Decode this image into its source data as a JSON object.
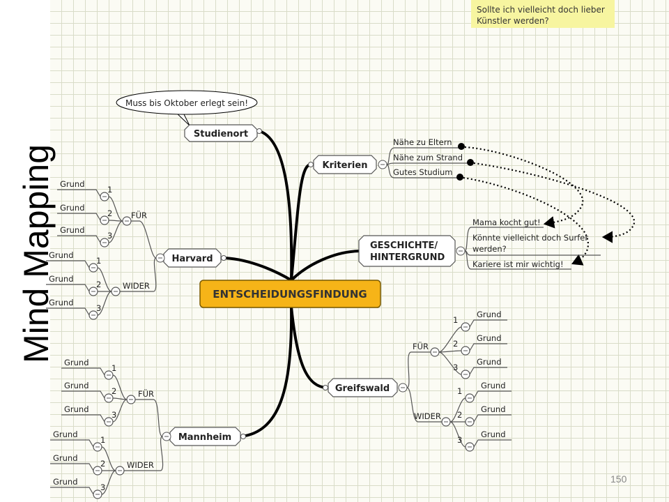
{
  "slide": {
    "title": "Mind Mapping",
    "page_number": "150"
  },
  "note": {
    "line1": "Sollte ich vielleicht doch lieber",
    "line2": "Künstler werden?"
  },
  "callout": "Muss bis Oktober erlegt sein!",
  "central": "ENTSCHEIDUNGSFINDUNG",
  "topics": {
    "studienort": "Studienort",
    "kriterien": "Kriterien",
    "geschichte_line1": "GESCHICHTE/",
    "geschichte_line2": "HINTERGRUND",
    "harvard": "Harvard",
    "mannheim": "Mannheim",
    "greifswald": "Greifswald"
  },
  "kriterien_items": [
    "Nähe zu Eltern",
    "Nähe zum Strand",
    "Gutes Studium"
  ],
  "geschichte_items": [
    "Mama kocht gut!",
    "Könnte vielleicht doch Surfer",
    "werden?",
    "Kariere ist mir wichtig!"
  ],
  "branch_labels": {
    "pro": "FÜR",
    "contra": "WIDER"
  },
  "reason_label": "Grund",
  "numbers": [
    "1",
    "2",
    "3"
  ]
}
